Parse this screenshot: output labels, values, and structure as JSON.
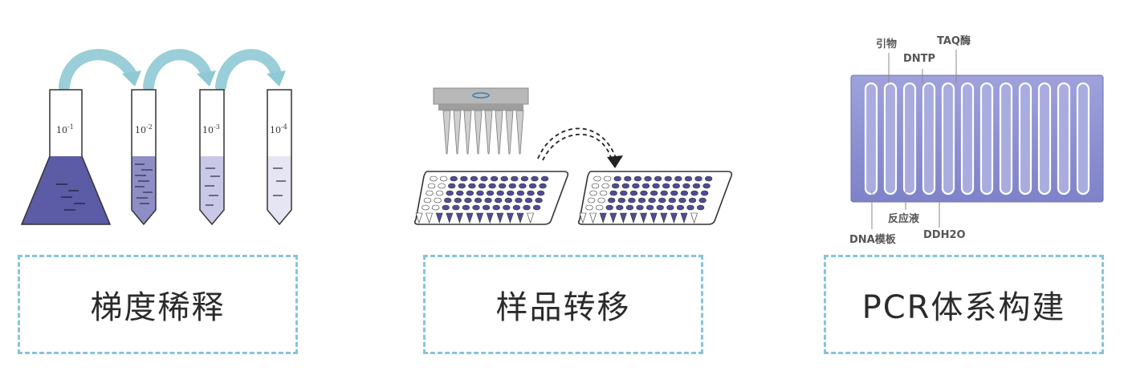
{
  "panels": [
    {
      "title": "梯度稀释"
    },
    {
      "title": "样品转移"
    },
    {
      "title": "PCR体系构建"
    }
  ],
  "dilution": {
    "tube_labels": [
      {
        "base": "10",
        "exp": "-1"
      },
      {
        "base": "10",
        "exp": "-2"
      },
      {
        "base": "10",
        "exp": "-3"
      },
      {
        "base": "10",
        "exp": "-4"
      }
    ]
  },
  "pcr_labels": {
    "primer": "引物",
    "dntp": "DNTP",
    "taq": "TAQ酶",
    "buffer": "反应液",
    "template": "DNA模板",
    "ddh2o": "DDH2O"
  },
  "colors": {
    "liquid_dark": "#5c5ba6",
    "liquid_mid": "#8e8dc6",
    "liquid_light": "#c9c8e6",
    "arrow": "#8fc9d4",
    "dash_border": "#86c4dc",
    "well": "#4e4c98",
    "plate": "#8d90d1"
  }
}
